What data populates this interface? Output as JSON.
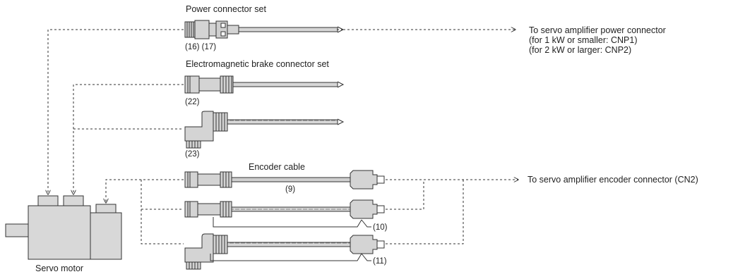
{
  "labels": {
    "power_connector_set": "Power connector set",
    "power_parts": "(16) (17)",
    "power_dest_line1": "To servo amplifier power connector",
    "power_dest_line2": "(for 1 kW or smaller: CNP1)",
    "power_dest_line3": "(for 2 kW or larger: CNP2)",
    "brake_connector_set": "Electromagnetic brake connector set",
    "brake_part_straight": "(22)",
    "brake_part_angle": "(23)",
    "encoder_cable": "Encoder cable",
    "encoder_part_9": "(9)",
    "encoder_dest": "To servo amplifier encoder connector (CN2)",
    "encoder_part_10": "(10)",
    "encoder_part_11": "(11)",
    "servo_motor": "Servo motor"
  },
  "colors": {
    "line": "#333333",
    "connector_fill": "#d4d4d4",
    "cable_fill": "#cfcfcf",
    "motor_fill": "#d8d8d8"
  }
}
